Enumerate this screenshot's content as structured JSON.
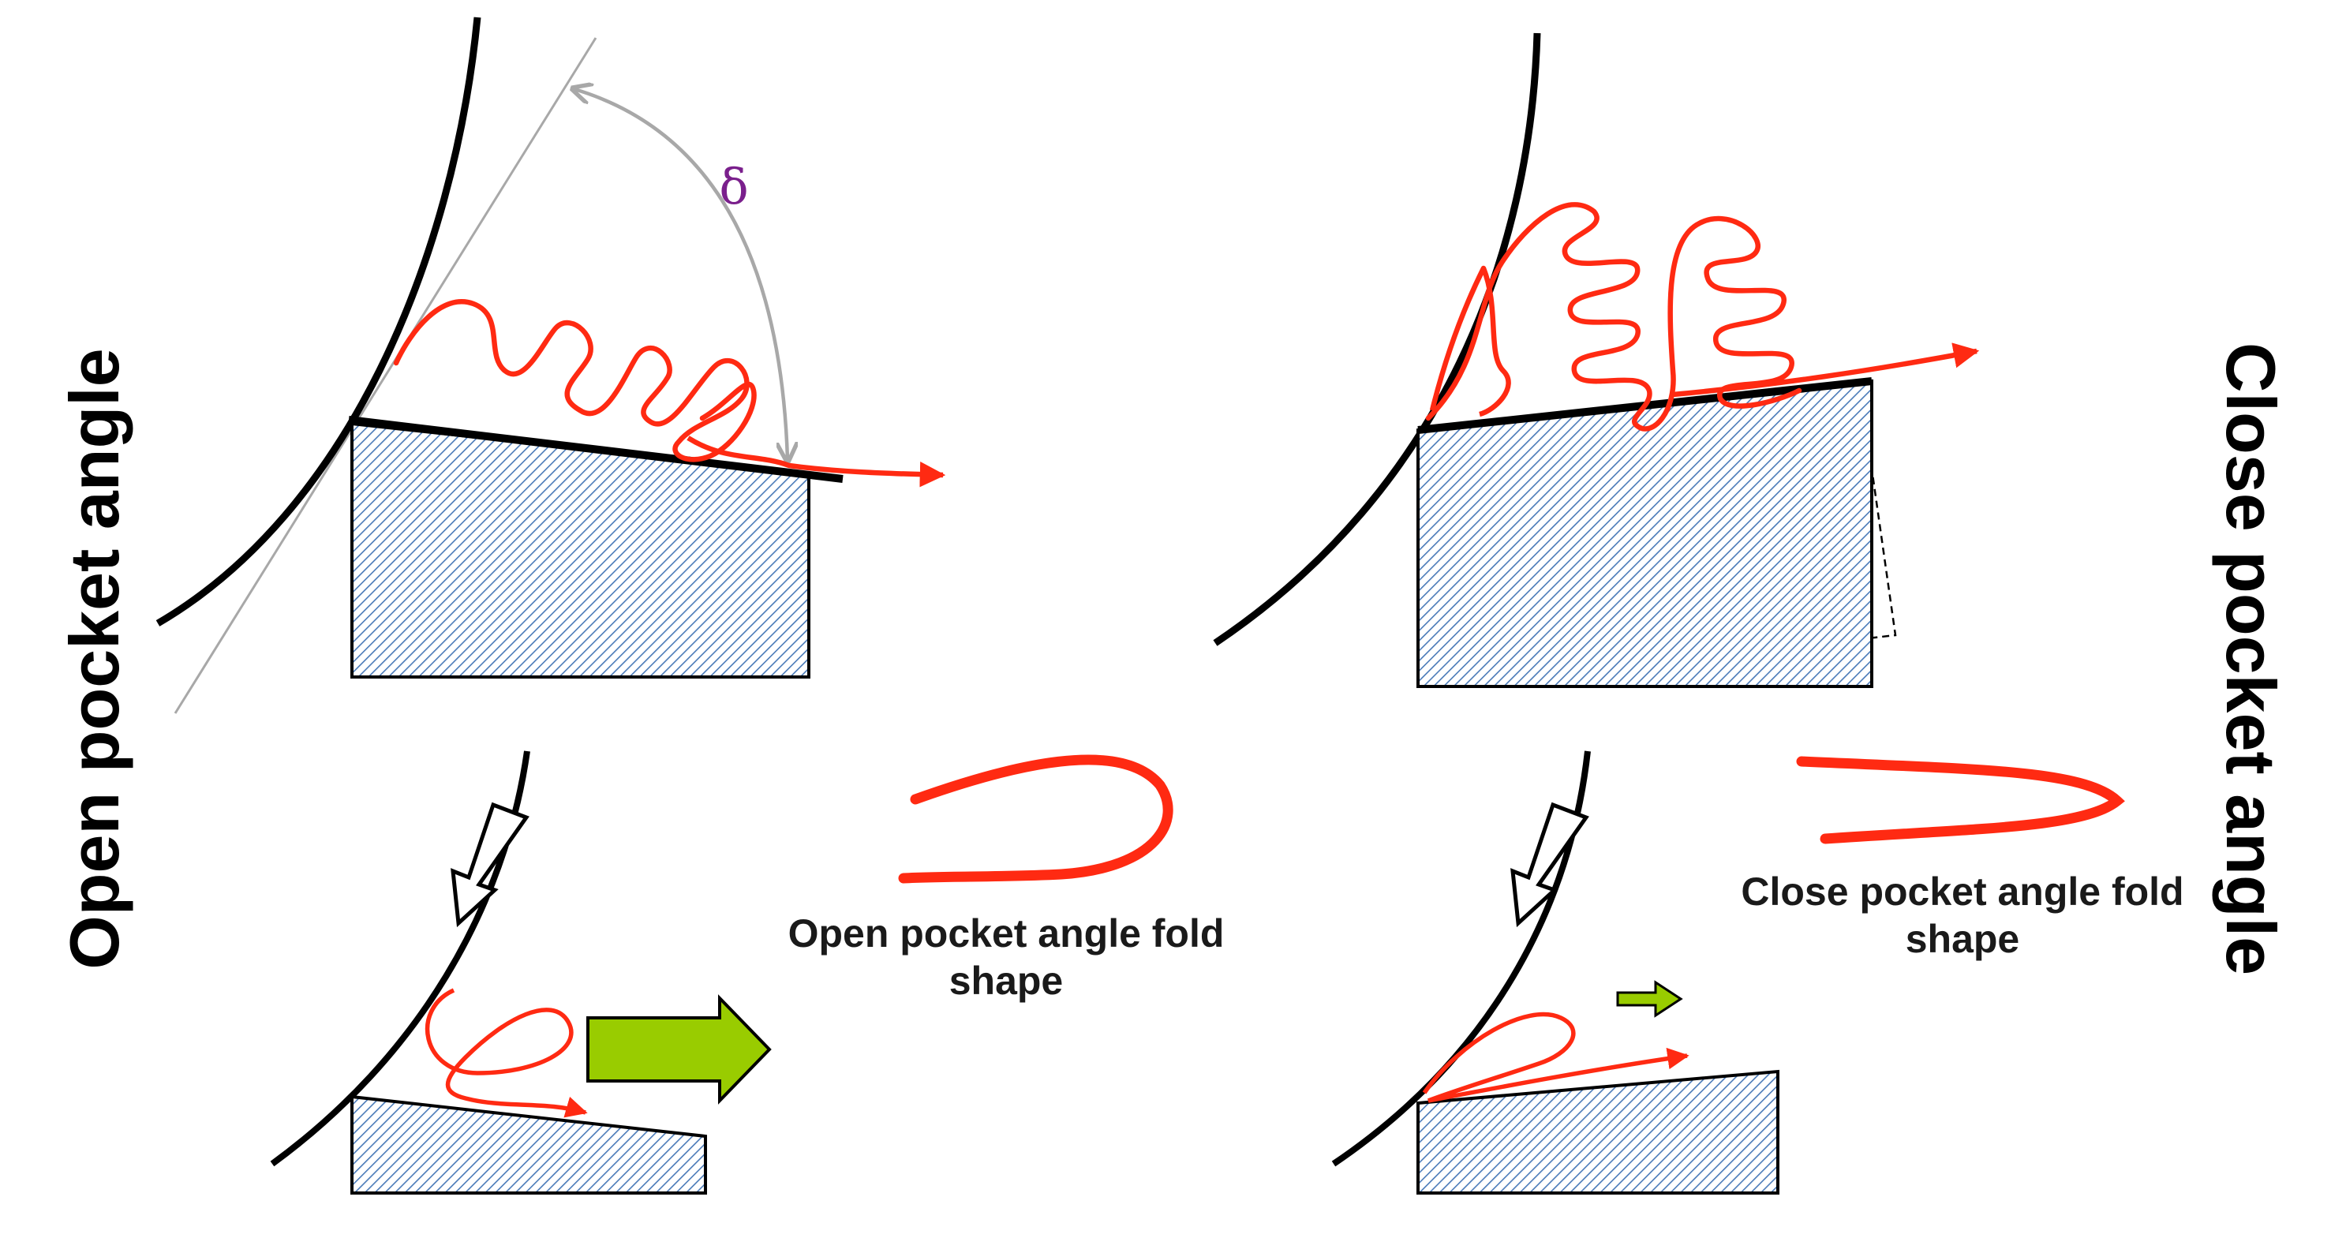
{
  "labels": {
    "open_side": "Open pocket angle",
    "close_side": "Close pocket angle",
    "open_fold_caption_line1": "Open pocket angle fold",
    "open_fold_caption_line2": "shape",
    "close_fold_caption_line1": "Close pocket angle fold",
    "close_fold_caption_line2": "shape",
    "angle_symbol": "δ"
  },
  "colors": {
    "fold": "#ff2a12",
    "outline": "#000000",
    "hatch": "#4a7ab8",
    "tangent": "#a8a8a8",
    "angle_text": "#7a1f8c",
    "push_arrow": "#99cc00"
  },
  "icons": {
    "motion_arrow": "block-arrow-right",
    "feed_arrow": "block-arrow-down-left"
  }
}
